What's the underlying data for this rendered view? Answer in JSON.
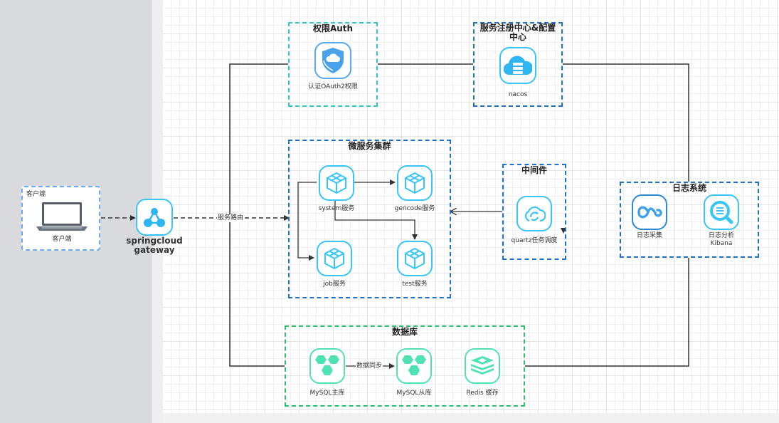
{
  "canvas": {
    "accent_blue": "#1e73c8",
    "accent_cyan": "#20c7c0",
    "accent_green": "#2dbf6c",
    "icon_blue": "#39c5f5",
    "icon_green": "#4fe3b3"
  },
  "client": {
    "group_title": "客户端",
    "node_label": "客户端",
    "icon": "laptop-icon"
  },
  "gateway": {
    "label_line1": "springcloud",
    "label_line2": "gateway",
    "icon": "share-nodes-icon"
  },
  "edges": {
    "route_label": "服务路由",
    "sync_label": "数据同步"
  },
  "auth": {
    "title": "权限Auth",
    "node_label": "认证OAuth2权限",
    "icon": "shield-cloud-icon"
  },
  "registry": {
    "title_line1": "服务注册中心&配置",
    "title_line2": "中心",
    "node_label": "nacos",
    "icon": "cloud-server-icon"
  },
  "microservices": {
    "title": "微服务集群",
    "nodes": [
      {
        "label": "system服务",
        "icon": "cube-icon"
      },
      {
        "label": "gencode服务",
        "icon": "cube-icon"
      },
      {
        "label": "job服务",
        "icon": "cube-icon"
      },
      {
        "label": "test服务",
        "icon": "cube-icon"
      }
    ]
  },
  "middleware": {
    "title": "中间件",
    "node_label": "quartz任务调度",
    "icon": "cloud-sync-icon"
  },
  "logging": {
    "title": "日志系统",
    "nodes": [
      {
        "label": "日志采集",
        "icon": "infinity-loop-icon"
      },
      {
        "label_line1": "日志分析",
        "label_line2": "Kibana",
        "icon": "search-list-icon"
      }
    ]
  },
  "database": {
    "title": "数据库",
    "nodes": [
      {
        "label": "MySQL主库",
        "icon": "hexagon-cluster-icon"
      },
      {
        "label": "MySQL从库",
        "icon": "hexagon-cluster-icon"
      },
      {
        "label": "Redis 缓存",
        "icon": "stack-layers-icon"
      }
    ]
  }
}
